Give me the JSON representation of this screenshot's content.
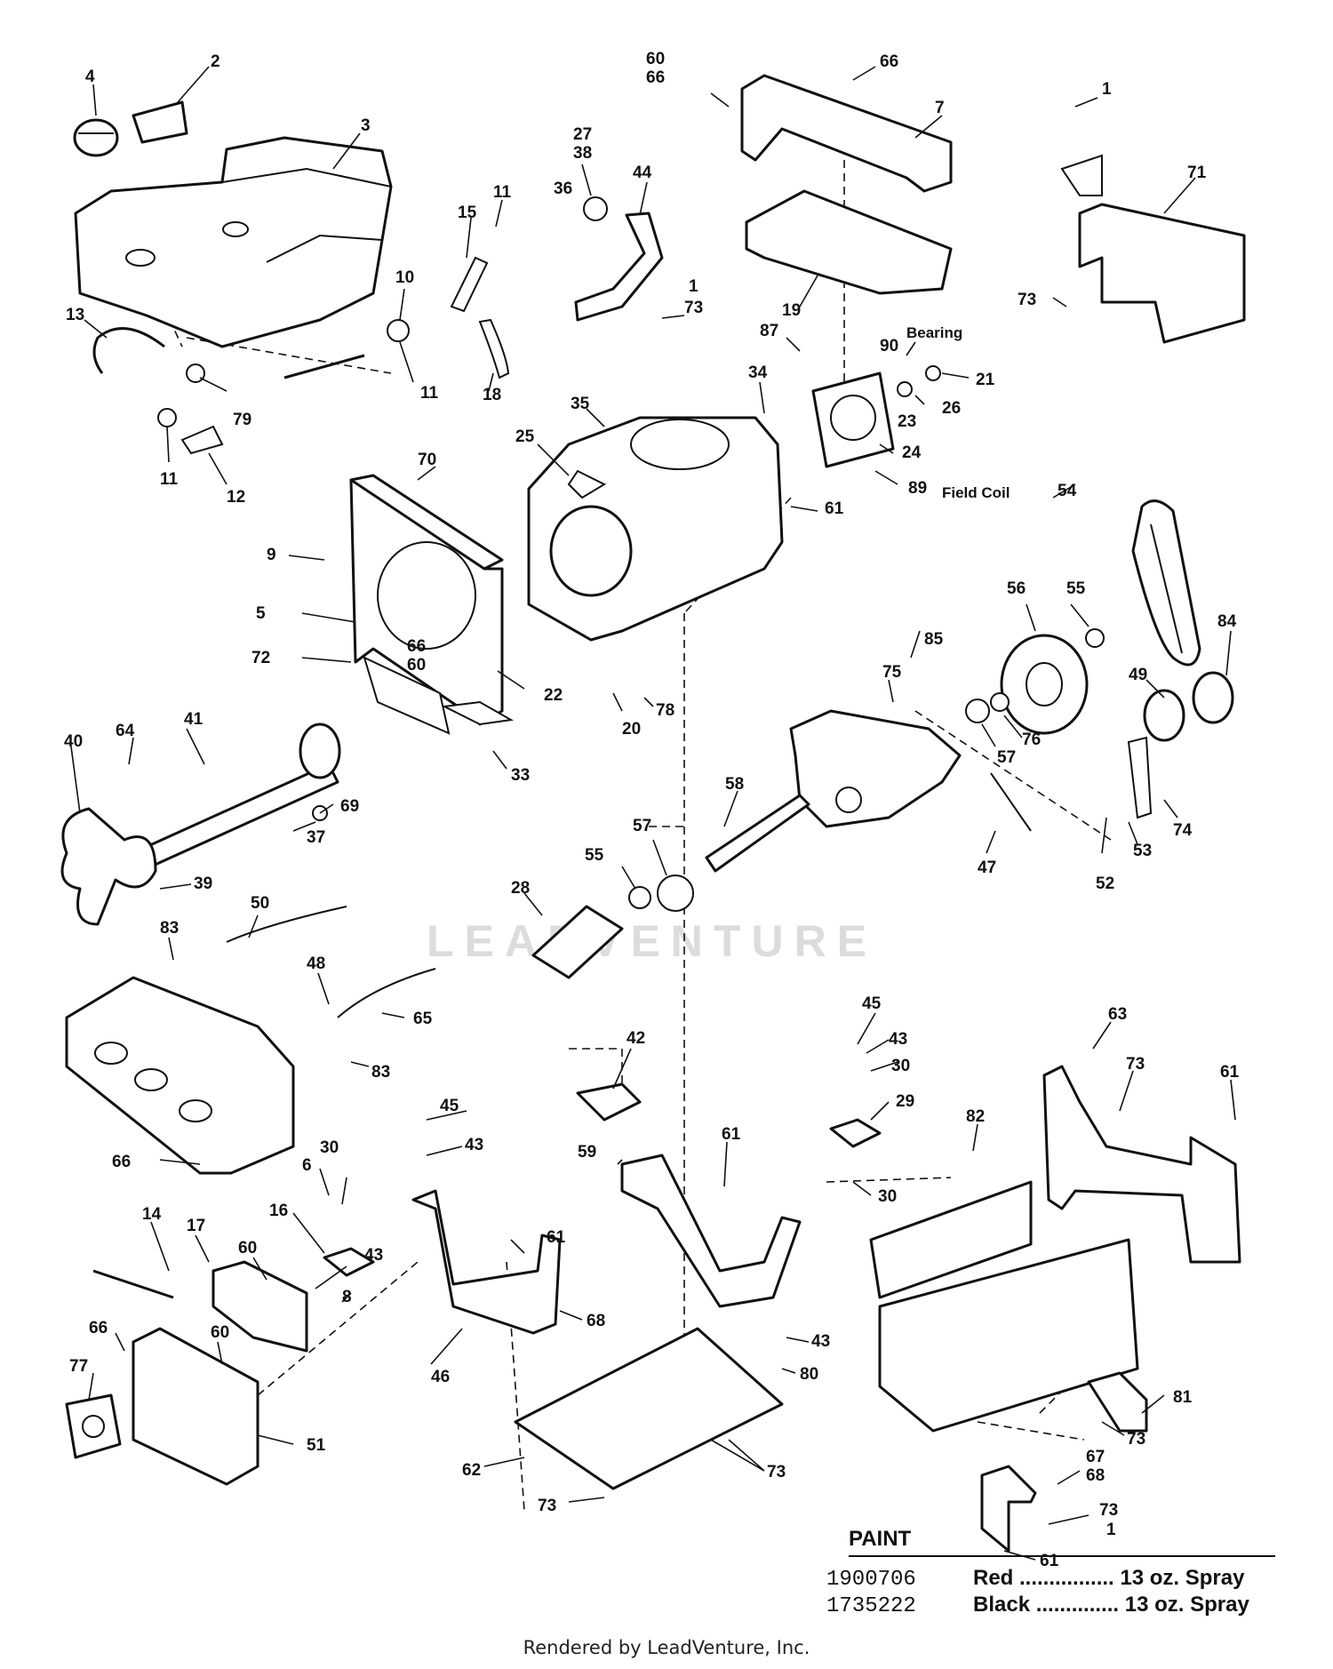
{
  "diagram": {
    "callouts": [
      {
        "id": "c-4",
        "text": "4"
      },
      {
        "id": "c-2",
        "text": "2"
      },
      {
        "id": "c-3",
        "text": "3"
      },
      {
        "id": "c-13",
        "text": "13"
      },
      {
        "id": "c-79",
        "text": "79"
      },
      {
        "id": "c-11a",
        "text": "11"
      },
      {
        "id": "c-12",
        "text": "12"
      },
      {
        "id": "c-10",
        "text": "10"
      },
      {
        "id": "c-11b",
        "text": "11"
      },
      {
        "id": "c-15",
        "text": "15"
      },
      {
        "id": "c-11c",
        "text": "11"
      },
      {
        "id": "c-18",
        "text": "18"
      },
      {
        "id": "c-27",
        "text": "27"
      },
      {
        "id": "c-38",
        "text": "38"
      },
      {
        "id": "c-36",
        "text": "36"
      },
      {
        "id": "c-44",
        "text": "44"
      },
      {
        "id": "c-1a",
        "text": "1"
      },
      {
        "id": "c-73a",
        "text": "73"
      },
      {
        "id": "c-60a",
        "text": "60"
      },
      {
        "id": "c-66a",
        "text": "66"
      },
      {
        "id": "c-66b",
        "text": "66"
      },
      {
        "id": "c-7",
        "text": "7"
      },
      {
        "id": "c-19",
        "text": "19"
      },
      {
        "id": "c-1b",
        "text": "1"
      },
      {
        "id": "c-71",
        "text": "71"
      },
      {
        "id": "c-73b",
        "text": "73"
      },
      {
        "id": "c-87",
        "text": "87"
      },
      {
        "id": "c-90",
        "text": "90"
      },
      {
        "id": "c-21",
        "text": "21"
      },
      {
        "id": "c-26",
        "text": "26"
      },
      {
        "id": "c-23",
        "text": "23"
      },
      {
        "id": "c-34",
        "text": "34"
      },
      {
        "id": "c-24",
        "text": "24"
      },
      {
        "id": "c-89",
        "text": "89"
      },
      {
        "id": "c-35",
        "text": "35"
      },
      {
        "id": "c-25",
        "text": "25"
      },
      {
        "id": "c-61a",
        "text": "61"
      },
      {
        "id": "c-54",
        "text": "54"
      },
      {
        "id": "c-70",
        "text": "70"
      },
      {
        "id": "c-9",
        "text": "9"
      },
      {
        "id": "c-5",
        "text": "5"
      },
      {
        "id": "c-72",
        "text": "72"
      },
      {
        "id": "c-66c",
        "text": "66"
      },
      {
        "id": "c-60b",
        "text": "60"
      },
      {
        "id": "c-22",
        "text": "22"
      },
      {
        "id": "c-33",
        "text": "33"
      },
      {
        "id": "c-20",
        "text": "20"
      },
      {
        "id": "c-78",
        "text": "78"
      },
      {
        "id": "c-56",
        "text": "56"
      },
      {
        "id": "c-55a",
        "text": "55"
      },
      {
        "id": "c-84",
        "text": "84"
      },
      {
        "id": "c-85",
        "text": "85"
      },
      {
        "id": "c-75",
        "text": "75"
      },
      {
        "id": "c-49",
        "text": "49"
      },
      {
        "id": "c-57a",
        "text": "57"
      },
      {
        "id": "c-76",
        "text": "76"
      },
      {
        "id": "c-74",
        "text": "74"
      },
      {
        "id": "c-53",
        "text": "53"
      },
      {
        "id": "c-52",
        "text": "52"
      },
      {
        "id": "c-47",
        "text": "47"
      },
      {
        "id": "c-64",
        "text": "64"
      },
      {
        "id": "c-41",
        "text": "41"
      },
      {
        "id": "c-40",
        "text": "40"
      },
      {
        "id": "c-69",
        "text": "69"
      },
      {
        "id": "c-37",
        "text": "37"
      },
      {
        "id": "c-39",
        "text": "39"
      },
      {
        "id": "c-58",
        "text": "58"
      },
      {
        "id": "c-57b",
        "text": "57"
      },
      {
        "id": "c-55b",
        "text": "55"
      },
      {
        "id": "c-28",
        "text": "28"
      },
      {
        "id": "c-50",
        "text": "50"
      },
      {
        "id": "c-83a",
        "text": "83"
      },
      {
        "id": "c-48",
        "text": "48"
      },
      {
        "id": "c-65",
        "text": "65"
      },
      {
        "id": "c-83b",
        "text": "83"
      },
      {
        "id": "c-66d",
        "text": "66"
      },
      {
        "id": "c-42",
        "text": "42"
      },
      {
        "id": "c-45a",
        "text": "45"
      },
      {
        "id": "c-43a",
        "text": "43"
      },
      {
        "id": "c-30a",
        "text": "30"
      },
      {
        "id": "c-29",
        "text": "29"
      },
      {
        "id": "c-63",
        "text": "63"
      },
      {
        "id": "c-73c",
        "text": "73"
      },
      {
        "id": "c-61b",
        "text": "61"
      },
      {
        "id": "c-82",
        "text": "82"
      },
      {
        "id": "c-30b",
        "text": "30"
      },
      {
        "id": "c-59",
        "text": "59"
      },
      {
        "id": "c-61c",
        "text": "61"
      },
      {
        "id": "c-45b",
        "text": "45"
      },
      {
        "id": "c-43b",
        "text": "43"
      },
      {
        "id": "c-6",
        "text": "6"
      },
      {
        "id": "c-30c",
        "text": "30"
      },
      {
        "id": "c-16",
        "text": "16"
      },
      {
        "id": "c-43c",
        "text": "43"
      },
      {
        "id": "c-8",
        "text": "8"
      },
      {
        "id": "c-61d",
        "text": "61"
      },
      {
        "id": "c-14",
        "text": "14"
      },
      {
        "id": "c-17",
        "text": "17"
      },
      {
        "id": "c-60c",
        "text": "60"
      },
      {
        "id": "c-68a",
        "text": "68"
      },
      {
        "id": "c-43d",
        "text": "43"
      },
      {
        "id": "c-80",
        "text": "80"
      },
      {
        "id": "c-66e",
        "text": "66"
      },
      {
        "id": "c-60d",
        "text": "60"
      },
      {
        "id": "c-77",
        "text": "77"
      },
      {
        "id": "c-46",
        "text": "46"
      },
      {
        "id": "c-51",
        "text": "51"
      },
      {
        "id": "c-62",
        "text": "62"
      },
      {
        "id": "c-73d",
        "text": "73"
      },
      {
        "id": "c-73e",
        "text": "73"
      },
      {
        "id": "c-81",
        "text": "81"
      },
      {
        "id": "c-73f",
        "text": "73"
      },
      {
        "id": "c-67",
        "text": "67"
      },
      {
        "id": "c-68b",
        "text": "68"
      },
      {
        "id": "c-73g",
        "text": "73"
      },
      {
        "id": "c-1c",
        "text": "1"
      },
      {
        "id": "c-61e",
        "text": "61"
      }
    ],
    "notes": {
      "bearing": "Bearing",
      "field_coil": "Field Coil"
    },
    "watermark": "LEADVENTURE"
  },
  "paint": {
    "title": "PAINT",
    "rows": [
      {
        "code": "1900706",
        "desc": "Red ................ 13 oz. Spray"
      },
      {
        "code": "1735222",
        "desc": "Black .............. 13 oz. Spray"
      }
    ]
  },
  "footer": "Rendered by LeadVenture, Inc."
}
